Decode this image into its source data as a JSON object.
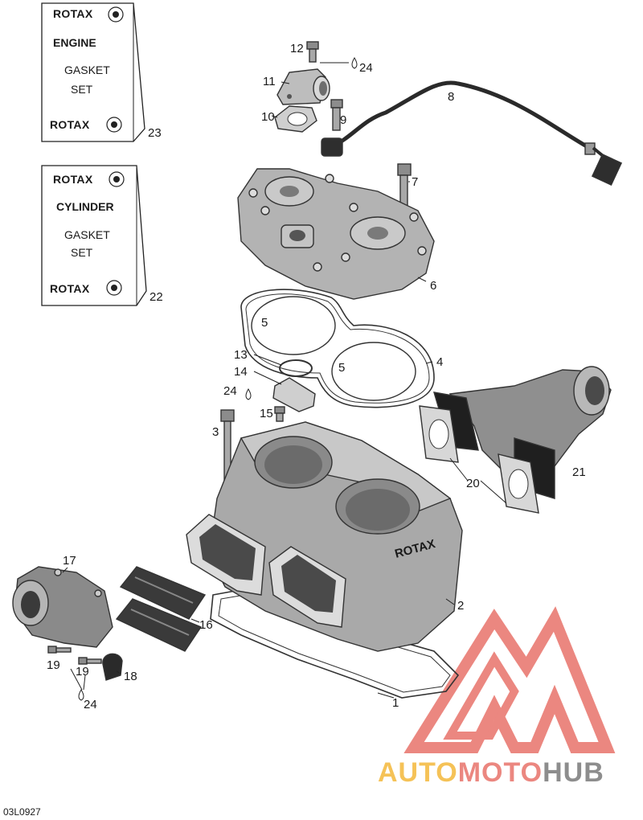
{
  "kits": [
    {
      "brand": "ROTAX",
      "trademark": "®",
      "title": "ENGINE",
      "line1": "GASKET",
      "line2": "SET",
      "callout": "23"
    },
    {
      "brand": "ROTAX",
      "trademark": "®",
      "title": "CYLINDER",
      "line1": "GASKET",
      "line2": "SET",
      "callout": "22"
    }
  ],
  "callouts": {
    "c1": "1",
    "c2": "2",
    "c3": "3",
    "c4": "4",
    "c5a": "5",
    "c5b": "5",
    "c6": "6",
    "c7": "7",
    "c8": "8",
    "c9": "9",
    "c10": "10",
    "c11": "11",
    "c12": "12",
    "c13": "13",
    "c14": "14",
    "c15": "15",
    "c16": "16",
    "c17": "17",
    "c18": "18",
    "c19a": "19",
    "c19b": "19",
    "c20": "20",
    "c21": "21",
    "c24a": "24",
    "c24b": "24",
    "c24c": "24"
  },
  "cylinder_marking": "ROTAX",
  "watermark": {
    "part1": "AUTO",
    "part2": "MOTO",
    "part3": "HUB",
    "color_orange": "#f4b83a",
    "color_red": "#e8736a",
    "color_gray": "#7a7a7a"
  },
  "diagram_code": "03L0927"
}
